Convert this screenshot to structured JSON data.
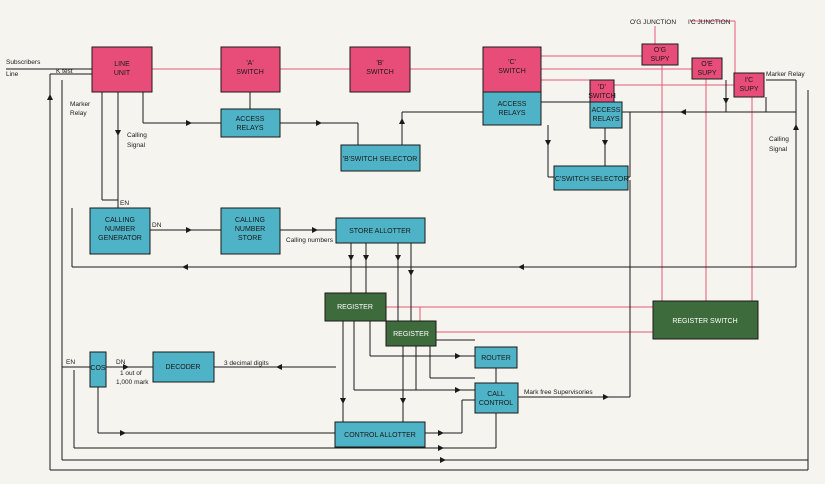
{
  "colors": {
    "pink": "#e84d7a",
    "blue": "#4fb3c7",
    "green": "#3e6b3c",
    "line": "#1a1a1a",
    "pink_line": "#e8577a",
    "background": "#f6f4ef"
  },
  "blocks": {
    "line_unit": [
      "LINE",
      "UNIT"
    ],
    "a_switch": [
      "'A'",
      "SWITCH"
    ],
    "b_switch": [
      "'B'",
      "SWITCH"
    ],
    "c_switch": [
      "'C'",
      "SWITCH"
    ],
    "og_supy": [
      "O'G",
      "SUPY"
    ],
    "oe_supy": [
      "O'E",
      "SUPY"
    ],
    "ic_supy": [
      "I'C",
      "SUPY"
    ],
    "d_switch": [
      "'D'",
      "SWITCH"
    ],
    "access_relays_a": [
      "ACCESS",
      "RELAYS"
    ],
    "access_relays_c": [
      "ACCESS",
      "RELAYS"
    ],
    "access_relays_d": [
      "ACCESS",
      "RELAYS"
    ],
    "b_switch_selector": "'B'SWITCH SELECTOR",
    "c_switch_selector": "'C'SWITCH SELECTOR",
    "calling_number_generator": [
      "CALLING",
      "NUMBER",
      "GENERATOR"
    ],
    "calling_number_store": [
      "CALLING",
      "NUMBER",
      "STORE"
    ],
    "store_allotter": "STORE ALLOTTER",
    "register_1": "REGISTER",
    "register_2": "REGISTER",
    "register_switch": "REGISTER SWITCH",
    "router": "ROUTER",
    "decoder": "DECODER",
    "call_control": [
      "CALL",
      "CONTROL"
    ],
    "control_allotter": "CONTROL ALLOTTER",
    "cos": "COS"
  },
  "labels": {
    "og_junction": "O'G JUNCTION",
    "ic_junction": "I'C JUNCTION",
    "subscribers": "Subscribers",
    "line": "Line",
    "k_test": "K test",
    "marker_relay_left": [
      "Marker",
      "Relay"
    ],
    "marker_relay_right": "Marker Relay",
    "calling_signal_left": [
      "Calling",
      "Signal"
    ],
    "calling_signal_right": [
      "Calling",
      "Signal"
    ],
    "en_top": "EN",
    "dn_gen": "DN",
    "calling_numbers": "Calling numbers",
    "en_cos": "EN",
    "dn_cos": "DN",
    "one_of_mark": [
      "1 out of",
      "1,000 mark"
    ],
    "three_digits": "3 decimal digits",
    "mark_free": "Mark free Supervisories"
  }
}
